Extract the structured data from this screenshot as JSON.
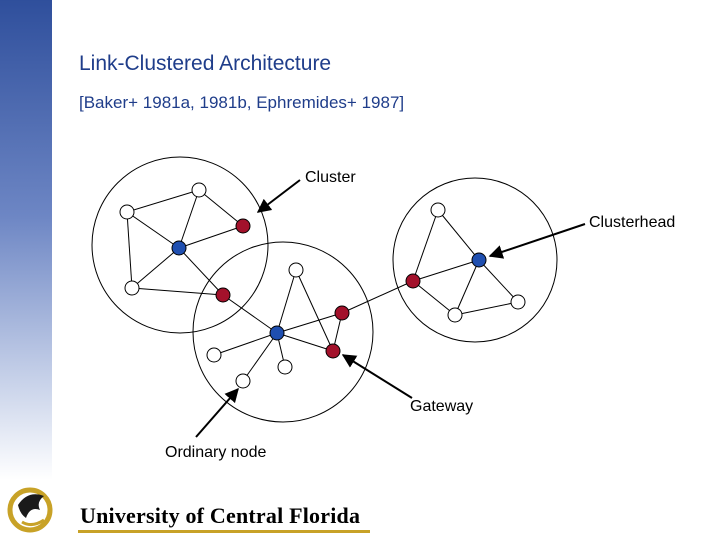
{
  "slide": {
    "title": "Link-Clustered Architecture",
    "subtitle": "[Baker+ 1981a, 1981b, Ephremides+ 1987]"
  },
  "diagram": {
    "labels": {
      "cluster": "Cluster",
      "clusterhead": "Clusterhead",
      "gateway": "Gateway",
      "ordinary_node": "Ordinary node"
    },
    "colors": {
      "clusterhead": "#1f4fb0",
      "gateway": "#a3112b",
      "ordinary": "#ffffff"
    }
  },
  "footer": {
    "university": "University of Central Florida"
  }
}
